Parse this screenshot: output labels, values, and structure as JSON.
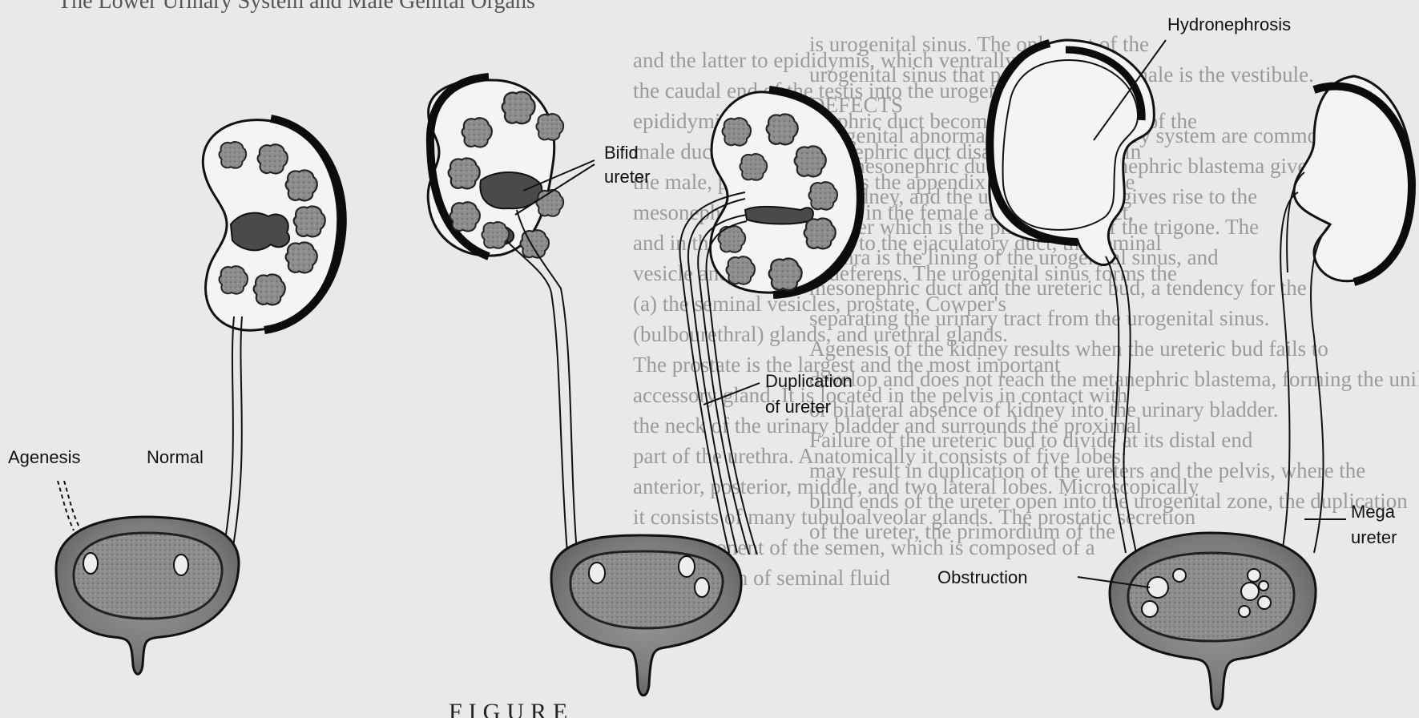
{
  "header_fragment": "The Lower Urinary System and Male Genital Organs",
  "background_text": {
    "left_column": [
      "and the latter to epididymis, which ventrally and then",
      "the caudal end of the testis into the urogenital ducts. The",
      "epididymis and mesonephric duct become the vas deferens of the",
      "male duct, the paramesonephric duct disappears entirely in",
      "the male, persisting only as the appendix of the testis. The",
      "mesonephric duct remains in the female as Gartner's duct,",
      "and in the male gives rise to the ejaculatory duct, the seminal",
      "vesicle and the ductus deferens. The urogenital sinus forms the",
      "(a) the seminal vesicles, prostate, Cowper's",
      "(bulbourethral) glands, and urethral glands.",
      "The prostate is the largest and the most important",
      "accessory gland. It is located in the pelvis in contact with",
      "the neck of the urinary bladder and surrounds the proximal",
      "part of the urethra. Anatomically it consists of five lobes:",
      "anterior, posterior, middle, and two lateral lobes. Microscopically",
      "it consists of many tubuloalveolar glands. The prostatic secretion",
      "is a component of the semen, which is composed of a",
      "small portion of seminal fluid"
    ],
    "right_column": [
      "is urogenital sinus. The only part of the",
      "urogenital sinus that persists in the female is the vestibule.",
      "DEFECTS",
      "Congenital abnormalities of the urinary system are common.",
      "The mesonephric duct and the metanephric blastema give rise to",
      "the kidney, and the urogenital sinus gives rise to the",
      "bladder which is the primordium of the trigone. The",
      "urethra is the lining of the urogenital sinus, and",
      "mesonephric duct and the ureteric bud, a tendency for the",
      "separating the urinary tract from the urogenital sinus.",
      "Agenesis of the kidney results when the ureteric bud fails to",
      "develop and does not reach the metanephric blastema, forming the unilateral",
      "or bilateral absence of kidney into the urinary bladder.",
      "Failure of the ureteric bud to divide at its distal end",
      "may result in duplication of the ureters and the pelvis, where the",
      "blind ends of the ureter open into the urogenital zone, the duplication",
      "of the ureter, the primordium of the"
    ]
  },
  "labels": {
    "agenesis": "Agenesis",
    "normal": "Normal",
    "bifid": "Bifid",
    "ureter": "ureter",
    "duplication": "Duplication",
    "of_ureter": "of ureter",
    "hydronephrosis": "Hydronephrosis",
    "mega": "Mega",
    "mega_ureter": "ureter",
    "obstruction": "Obstruction"
  },
  "caption": "FIGURE"
}
